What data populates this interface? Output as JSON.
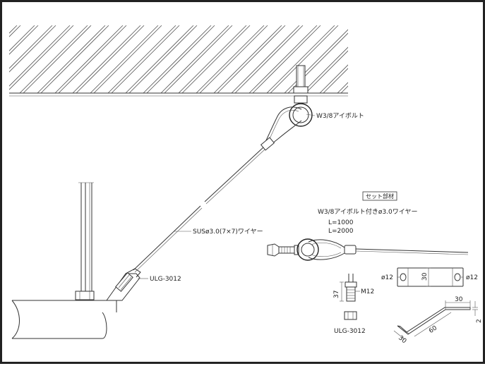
{
  "labels": {
    "eyebolt": "W3/8アイボルト",
    "wire": "SUSø3.0(7×7)ワイヤー",
    "ulg_main": "ULG-3012",
    "set_title": "セット部材",
    "set_desc": "W3/8アイボルト付きø3.0ワイヤー",
    "length_1": "L=1000",
    "length_2": "L=2000",
    "m12": "M12",
    "ulg_detail": "ULG-3012"
  },
  "dimensions": {
    "hole_left": "ø12",
    "hole_right": "ø12",
    "plate_height": "30",
    "bolt_length": "37",
    "flange_top": "30",
    "flange_thick": "2",
    "angle_short": "30",
    "angle_long": "60"
  },
  "colors": {
    "line": "#333333",
    "background": "#ffffff"
  }
}
